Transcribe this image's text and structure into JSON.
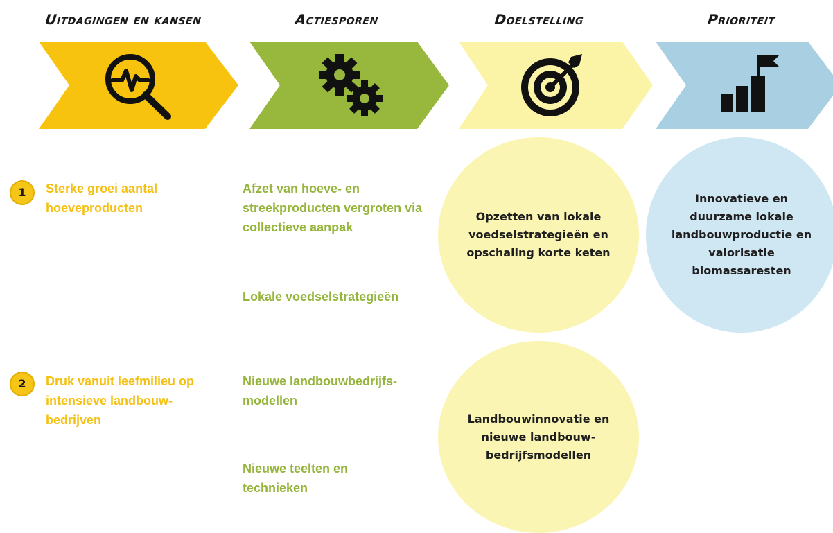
{
  "headers": [
    "Uitdagingen en kansen",
    "Actiesporen",
    "Doelstelling",
    "Prioriteit"
  ],
  "colors": {
    "chevron_yellow": "#f8c30f",
    "chevron_green": "#97b83c",
    "chevron_pale": "#fbf4a7",
    "chevron_blue": "#a9cfe2",
    "challenge_text": "#f5c010",
    "action_text": "#94b43a",
    "circle_yellow": "#fbf5b3",
    "circle_blue": "#cfe6f3"
  },
  "icons": [
    "magnifier-pulse-icon",
    "gears-icon",
    "target-arrow-icon",
    "bar-chart-flag-icon"
  ],
  "challenges": [
    {
      "number": "1",
      "text": "Sterke groei aantal hoeveproducten"
    },
    {
      "number": "2",
      "text": "Druk vanuit leefmilieu op intensieve landbouw-bedrijven"
    }
  ],
  "actions": [
    "Afzet van hoeve- en streekproducten vergroten via collectieve aanpak",
    "Lokale voedselstrategieën",
    "Nieuwe landbouwbedrijfs-modellen",
    "Nieuwe teelten en technieken"
  ],
  "goals": [
    "Opzetten van lokale voedselstrategieën en opschaling korte keten",
    "Landbouwinnovatie en nieuwe landbouw-bedrijfsmodellen"
  ],
  "priority": "Innovatieve en duurzame lokale landbouwproductie en valorisatie biomassaresten"
}
